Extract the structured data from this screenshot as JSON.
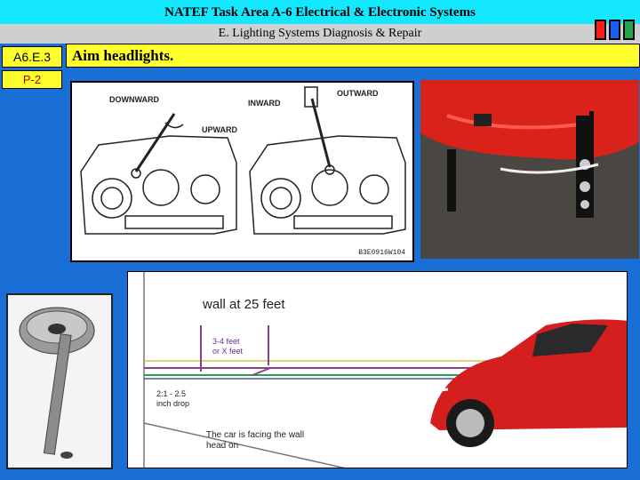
{
  "header": {
    "title": "NATEF Task Area A-6 Electrical & Electronic Systems",
    "subtitle": "E.  Lighting Systems Diagnosis & Repair"
  },
  "color_blocks": [
    "#ff1a1a",
    "#1a5dff",
    "#1fa84a"
  ],
  "task": {
    "code": "A6.E.3",
    "page": "P-2",
    "description": "Aim headlights."
  },
  "headlight_diagram": {
    "labels": {
      "downward": "DOWNWARD",
      "upward": "UPWARD",
      "inward": "INWARD",
      "outward": "OUTWARD"
    },
    "figure_code": "B3E0916W104"
  },
  "wall_diagram": {
    "title": "wall at 25 feet",
    "offset_note_line1": "3-4 feet",
    "offset_note_line2": "or X feet",
    "drop_note_line1": "2:1 - 2.5",
    "drop_note_line2": "inch drop",
    "caption_line1": "The car is facing the wall",
    "caption_line2": "head on"
  }
}
